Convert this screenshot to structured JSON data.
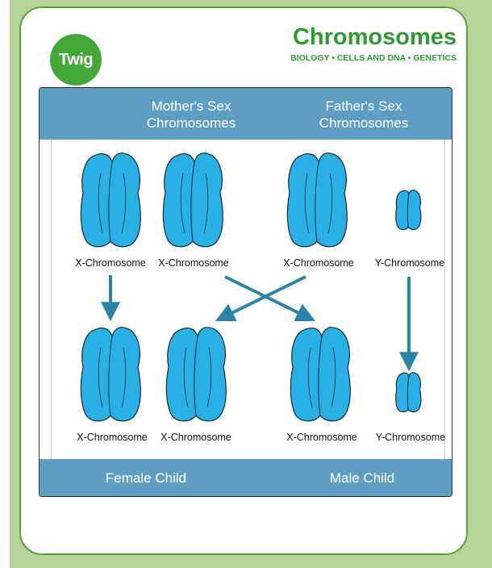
{
  "header": {
    "logo_text": "Twig",
    "title": "Chromosomes",
    "subtitle": "BIOLOGY • CELLS AND DNA • GENETICS"
  },
  "top_band": {
    "mother_label_line1": "Mother's Sex",
    "mother_label_line2": "Chromosomes",
    "father_label_line1": "Father's Sex",
    "father_label_line2": "Chromosomes"
  },
  "parents": [
    {
      "label": "X-Chromosome"
    },
    {
      "label": "X-Chromosome"
    },
    {
      "label": "X-Chromosome"
    },
    {
      "label": "Y-Chromosome"
    }
  ],
  "children": [
    {
      "label": "X-Chromosome"
    },
    {
      "label": "X-Chromosome"
    },
    {
      "label": "X-Chromosome"
    },
    {
      "label": "Y-Chromosome"
    }
  ],
  "bottom_band": {
    "female_label": "Female Child",
    "male_label": "Male Child"
  },
  "colors": {
    "chromosome": "#29b1e6",
    "arrow": "#2b83a8",
    "band": "#5e9ec2",
    "brand_green": "#2f9a33",
    "background": "#b4d49a"
  }
}
